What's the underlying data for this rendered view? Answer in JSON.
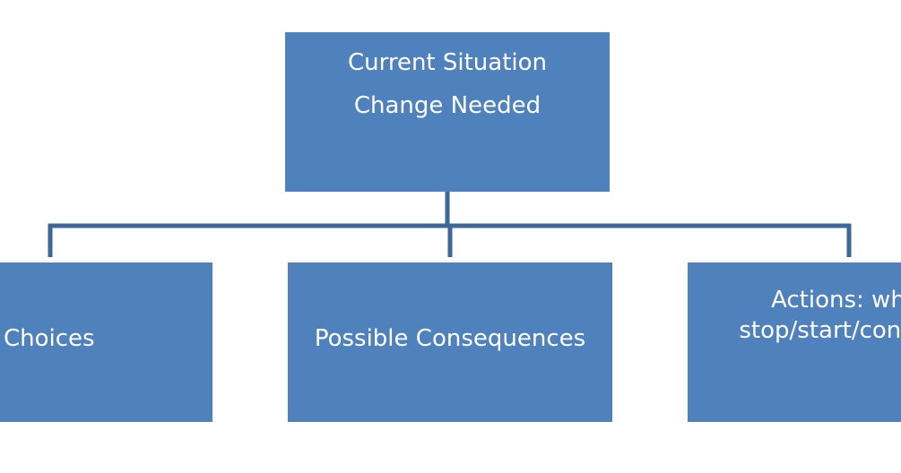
{
  "diagram": {
    "top_node": {
      "lines": [
        "Current Situation",
        "Change Needed"
      ]
    },
    "left_node": {
      "label": "Choices"
    },
    "middle_node": {
      "label": "Possible Consequences"
    },
    "right_node": {
      "lines": [
        "Actions: what",
        "stop/start/continue"
      ]
    },
    "colors": {
      "box_fill": "#4f81bd",
      "connector": "#3c6796",
      "text": "#ffffff",
      "background": "#ffffff"
    }
  }
}
